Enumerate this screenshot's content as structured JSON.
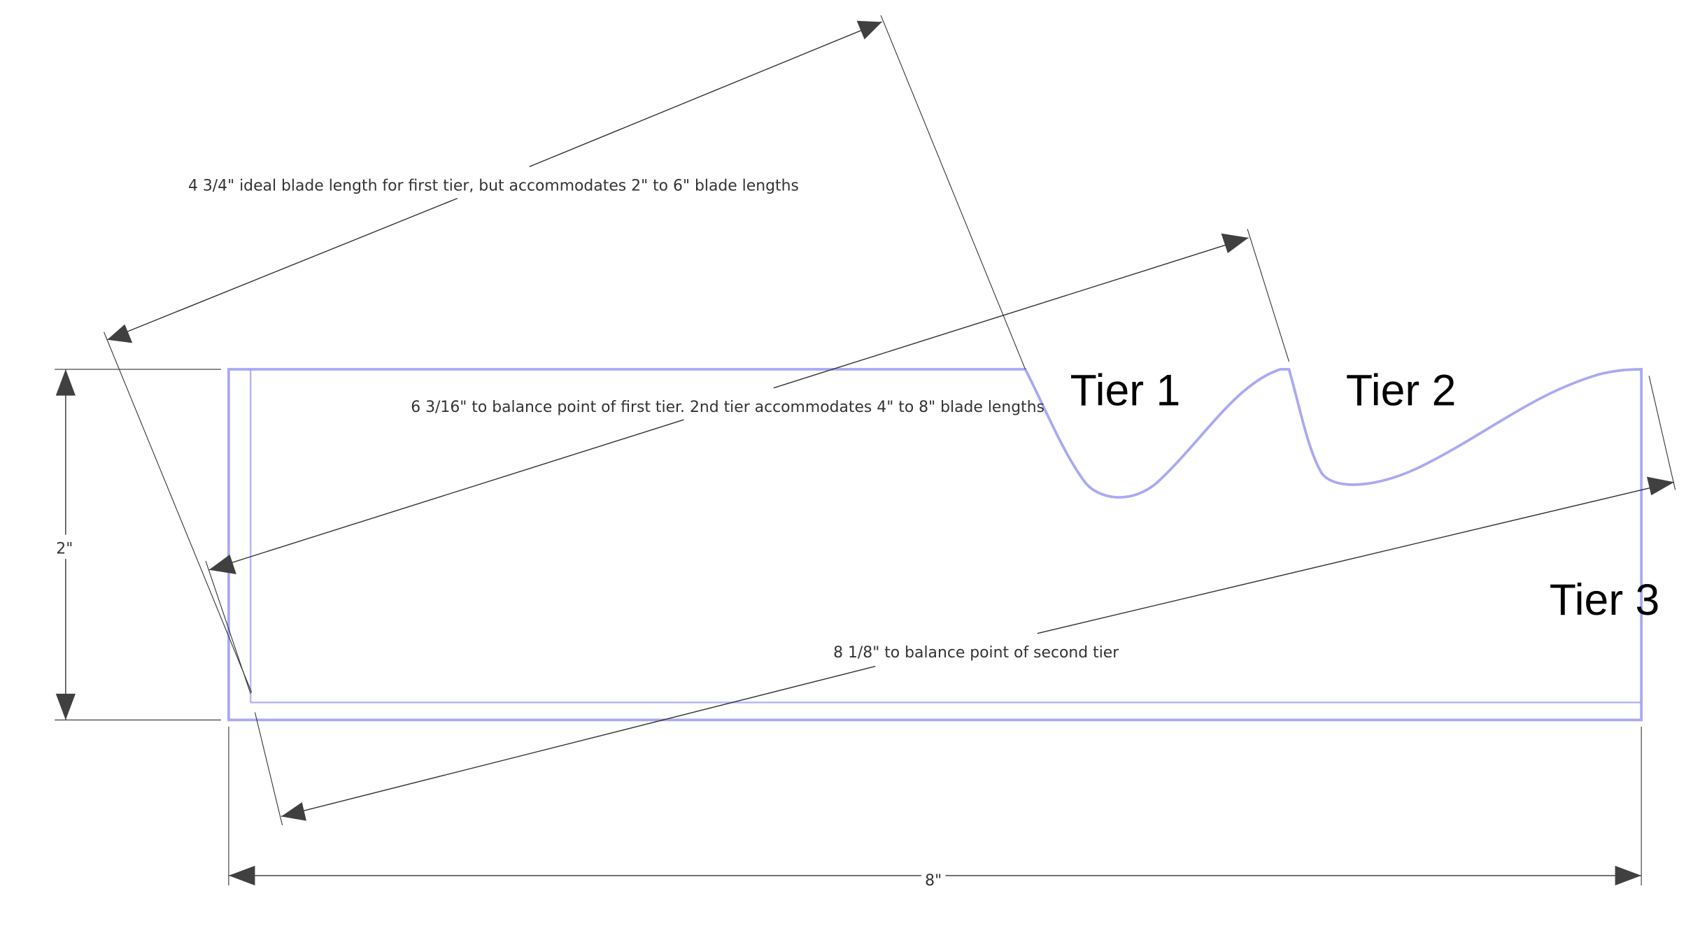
{
  "drawing": {
    "dimensions": {
      "first_tier": {
        "label": "4 3/4\" ideal blade length for first tier, but accommodates 2\" to 6\" blade lengths"
      },
      "second_tier": {
        "label": "6 3/16\" to balance point of first tier. 2nd tier accommodates 4\" to 8\" blade lengths"
      },
      "third_tier": {
        "label": "8 1/8\" to balance point of second tier"
      },
      "height": {
        "label": "2\""
      },
      "width": {
        "label": "8\""
      }
    },
    "tiers": [
      {
        "label": "Tier 1"
      },
      {
        "label": "Tier 2"
      },
      {
        "label": "Tier 3"
      }
    ],
    "colors": {
      "outline": "#8c8cf0",
      "dimension": "#333333",
      "arrowhead": "#404040",
      "tier_text": "#000000"
    }
  }
}
